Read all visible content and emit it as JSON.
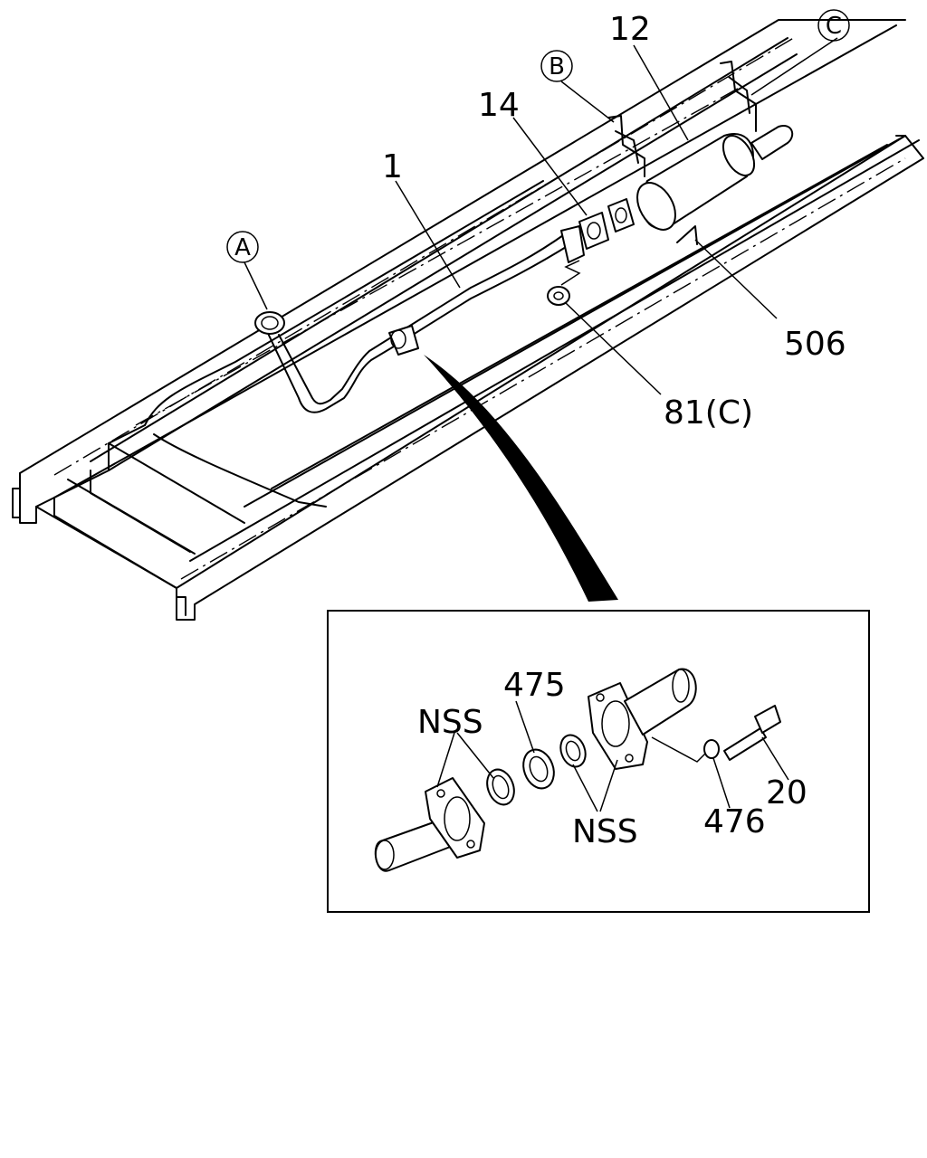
{
  "labels": {
    "callout_1": "1",
    "callout_12": "12",
    "callout_14": "14",
    "callout_506": "506",
    "callout_81": "81(C)",
    "ref_a": "A",
    "ref_b": "B",
    "ref_c": "C",
    "detail_475": "475",
    "detail_476": "476",
    "detail_20": "20",
    "detail_nss_top": "NSS",
    "detail_nss_bottom": "NSS"
  }
}
